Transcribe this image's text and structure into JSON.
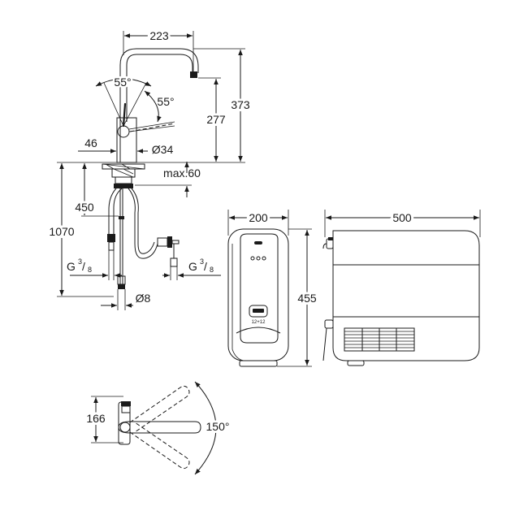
{
  "faucet_dims": {
    "width": "223",
    "lever_angle_top": "55°",
    "lever_angle_side": "55°",
    "spout_height": "277",
    "overall_height": "373",
    "base_offset": "46",
    "body_diameter": "Ø34",
    "deck_thickness": "max.60"
  },
  "hose_dims": {
    "hose_length": "450",
    "total_length": "1070",
    "connection_left_main": "G",
    "connection_left_num": "3",
    "connection_left_den": "8",
    "connection_right_main": "G",
    "connection_right_num": "3",
    "connection_right_den": "8",
    "pipe_diameter": "Ø8"
  },
  "unit_dims": {
    "front_width": "200",
    "height": "455",
    "side_depth": "500"
  },
  "unit_panel": {
    "logo_text": "",
    "mode_label": "12+12"
  },
  "swivel_dims": {
    "offset": "166",
    "rotation": "150°"
  }
}
